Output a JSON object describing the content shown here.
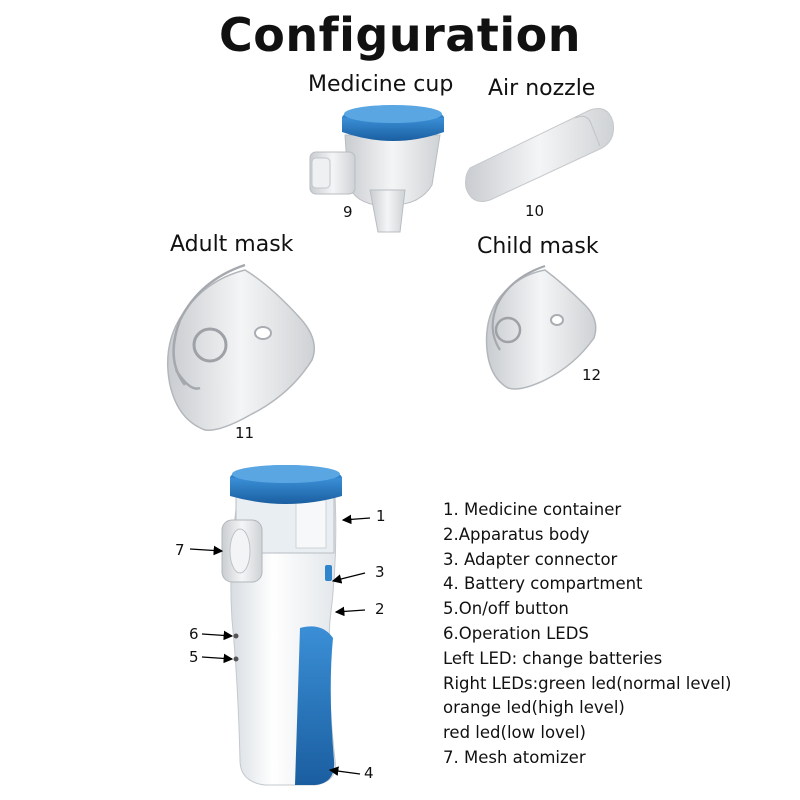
{
  "title": "Configuration",
  "parts": {
    "medicine_cup": {
      "label": "Medicine cup",
      "number": "9"
    },
    "air_nozzle": {
      "label": "Air nozzle",
      "number": "10"
    },
    "adult_mask": {
      "label": "Adult mask",
      "number": "11"
    },
    "child_mask": {
      "label": "Child mask",
      "number": "12"
    }
  },
  "callouts": [
    "1",
    "7",
    "3",
    "2",
    "6",
    "5",
    "4"
  ],
  "legend": [
    "1. Medicine container",
    "2.Apparatus body",
    "3. Adapter connector",
    "4. Battery compartment",
    "5.On/off button",
    "6.Operation LEDS",
    "Left LED: change batteries",
    "Right LEDs:green led(normal level)",
    "orange led(high level)",
    "red led(low lovel)",
    "7. Mesh atomizer"
  ],
  "colors": {
    "accent_blue": "#1f6fb5",
    "body_white": "#f4f6f8",
    "mask_clear": "#e6e8ea"
  }
}
